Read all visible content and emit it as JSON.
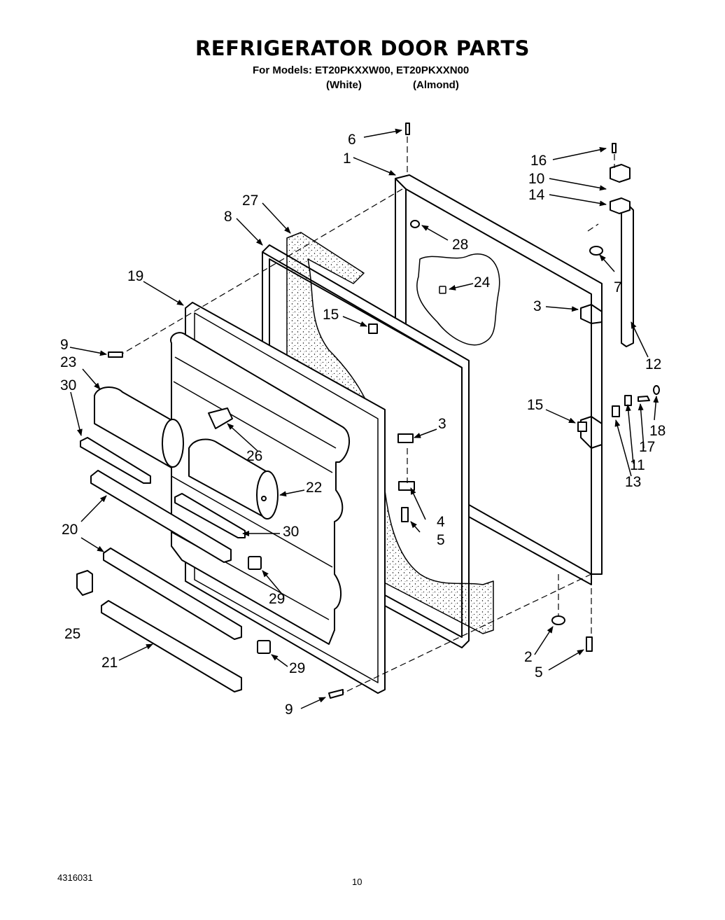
{
  "title": "REFRIGERATOR DOOR PARTS",
  "models_line": "For Models: ET20PKXXW00, ET20PKXXN00",
  "color_white": "(White)",
  "color_almond": "(Almond)",
  "callouts": {
    "c1": "1",
    "c2": "2",
    "c3a": "3",
    "c3b": "3",
    "c4": "4",
    "c5a": "5",
    "c5b": "5",
    "c6": "6",
    "c7": "7",
    "c8": "8",
    "c9a": "9",
    "c9b": "9",
    "c10": "10",
    "c11": "11",
    "c12": "12",
    "c13": "13",
    "c14": "14",
    "c15a": "15",
    "c15b": "15",
    "c16": "16",
    "c17": "17",
    "c18": "18",
    "c19": "19",
    "c20": "20",
    "c21": "21",
    "c22": "22",
    "c23": "23",
    "c24": "24",
    "c25": "25",
    "c26": "26",
    "c27": "27",
    "c28": "28",
    "c29a": "29",
    "c29b": "29",
    "c30a": "30",
    "c30b": "30"
  },
  "footer": {
    "doc_number": "4316031",
    "page_number": "10"
  }
}
